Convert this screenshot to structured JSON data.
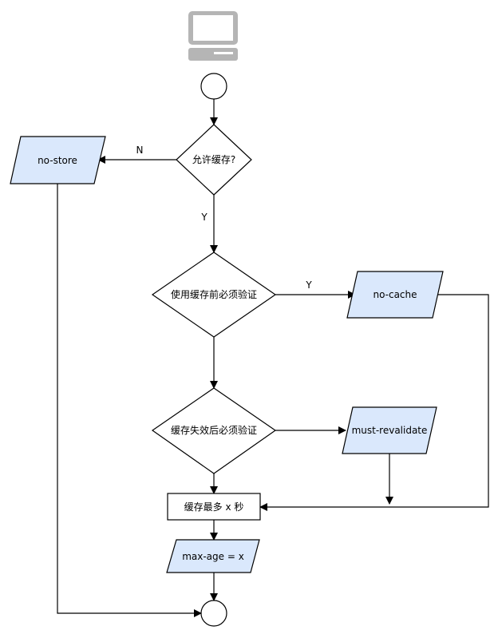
{
  "flowchart": {
    "icon": "computer-icon",
    "decisions": {
      "allow_cache": "允许缓存?",
      "must_validate_before_use": "使用缓存前必须验证",
      "must_validate_after_expiry": "缓存失效后必须验证"
    },
    "directives": {
      "no_store": "no-store",
      "no_cache": "no-cache",
      "must_revalidate": "must-revalidate",
      "max_age": "max-age = x"
    },
    "process": {
      "cache_max": "缓存最多 x 秒"
    },
    "edge_labels": {
      "no": "N",
      "yes_down": "Y",
      "yes_right": "Y"
    },
    "colors": {
      "directive_fill": "#dae8fc",
      "stroke": "#000000"
    }
  }
}
